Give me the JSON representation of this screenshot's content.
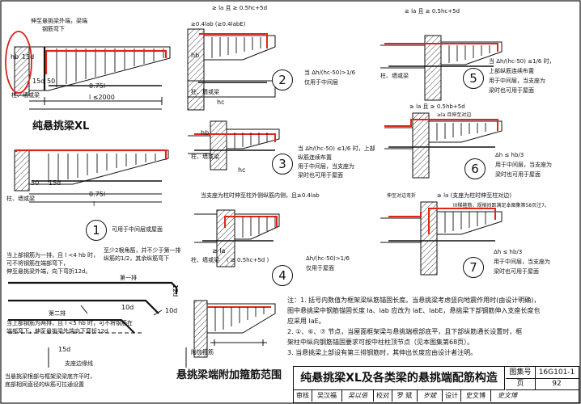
{
  "fig0": {
    "annot_top": "伸至悬挑梁外端，梁端",
    "annot_top2": "钢筋弯下",
    "dim_hb": "hb",
    "dim_15d": "15d",
    "dim_15d_b": "15d",
    "dim_50": "50",
    "dim_075l": "0.75l",
    "dim_l": "l ≤2000",
    "label_support": "柱、墙或梁",
    "title": "纯悬挑梁XL"
  },
  "fig1": {
    "dim_15d": "15d",
    "dim_50": "50",
    "dim_075l": "0.75l",
    "dim_l": "l",
    "label_support": "柱、墙或梁",
    "num": "1",
    "note": "可用于中间层或屋面"
  },
  "fig2": {
    "dim_top": "≥ la 且 ≥ 0.5hc+5d",
    "dim_04lab": "≥0.4lab (≥0.4labE)",
    "dim_hb": "hb",
    "dim_hc": "hc",
    "label_support": "柱、墙或梁",
    "num": "2",
    "cond": "当 Δh/(hc-50)>1/6",
    "note": "仅用于中间层"
  },
  "fig3": {
    "num": "3",
    "label_support": "柱、墙或梁",
    "dim_hc": "hc",
    "dim_hb": "hb",
    "text": [
      "当 Δh/(hc-50) ≤1/6 时，上部",
      "纵筋连续布置",
      "用于中间层，当支座为",
      "梁时也可用于屋面"
    ]
  },
  "fig4": {
    "annot": "当上部钢筋为一排，且l<4hb时，",
    "annot2": "可不将钢筋在端部弯下，伸至悬挑梁外端，向下弯折12d。",
    "annot_top": "当支座为柱时伸至柱外侧纵筋内侧，且≥0.4lab",
    "dim_la": "≥ la",
    "dim_bottom": "( ≥ 0.5hc+5d )",
    "label_support": "柱、墙或梁",
    "num": "4",
    "note": "Δh/(hc-50)>1/6",
    "note2": "仅用于屋面"
  },
  "fig5": {
    "dim_top": "≥ la 且 ≥ 0.5hc+5d",
    "label_support": "柱、墙或梁",
    "num": "5",
    "text": [
      "当 Δh/(hc-50) ≤1/6 时，",
      "上部纵筋连续布置",
      "用于中间层，当支座为",
      "梁时也可用于屋面"
    ]
  },
  "fig6": {
    "dim_top": "≥ la 且 ≥ 0.5hb+5d",
    "dim_side": "≥la 且伸至对边",
    "num": "6",
    "text": [
      "Δh ≤ hb/3",
      "用于中间层，当支座为",
      "梁时也可用于屋面"
    ]
  },
  "fig7": {
    "dim_top": "≥ la (支座为柱时伸至柱对边)",
    "dim_side": "伸至对边弯折",
    "annot": "l0梯箍筋，规格间距满足本图集第58页注7。",
    "num": "7",
    "text": [
      "Δh ≤ hb/3",
      "用于中间层，当支座为",
      "梁时也可用于屋面"
    ]
  },
  "rebars": {
    "note_top": [
      "当上部钢筋为一排，且 l <4 hb 时，",
      "可不将钢筋在端部弯下，",
      "伸至悬挑梁外端，向下弯折12d。"
    ],
    "note_mid": [
      "至少2根角筋，并不少于第一排",
      "纵筋的1/2，其余纵筋弯下"
    ],
    "first_row": "第一排",
    "second_row": "第二排",
    "note_second": [
      "当上部钢筋为两排，且 l <5 hb 时，可不将钢筋在",
      "端部弯下，伸至悬挑梁外端向下弯折12d"
    ],
    "dim_12d": "12d",
    "dim_10d": "10d",
    "dim_10d_b": "10d",
    "dim_15d": "15d",
    "label_edge": "支座边缘线",
    "note_bottom": [
      "当悬挑梁根部与框架梁梁底齐平时，",
      "底部相同直径的纵筋可拉通设置"
    ]
  },
  "add_stirrup": {
    "label": "附加箍筋",
    "title": "悬挑梁端附加箍筋范围"
  },
  "notes": [
    "注：1. 括号内数值为框架梁纵筋锚固长度。当悬挑梁考虑竖向地震作用时(由设计明确)，",
    "        图中悬挑梁中钢筋锚固长度 la、lab 应改为 laE、labE，悬挑梁下部钢筋伸入支座长度也",
    "        应采用 laE。",
    "    2. ①、⑥、⑦ 节点，当屋面框架梁与悬挑端根部底平，且下部纵筋通长设置时，框",
    "        架柱中纵向钢筋锚固要求可按中柱柱顶节点（见本图集第68页）。",
    "    3. 当悬挑梁上部设有第三排钢筋时，其伸出长度应由设计者注明。"
  ],
  "titleblock": {
    "title": "纯悬挑梁XL及各类梁的悬挑端配筋构造",
    "atlas_label": "图集号",
    "atlas_no": "16G101-1",
    "page_label": "页",
    "page_no": "92",
    "review": "审核",
    "reviewer": "吴汉福",
    "reviewer_sig": "吴以佰",
    "check": "校对",
    "checker": "罗 斌",
    "checker_sig": "岁斌",
    "design": "设计",
    "designer": "史文博",
    "designer_sig": "史文博"
  },
  "colors": {
    "ink": "#111111",
    "rebar_red": "#e0251b",
    "circle_red": "#d6241c"
  }
}
